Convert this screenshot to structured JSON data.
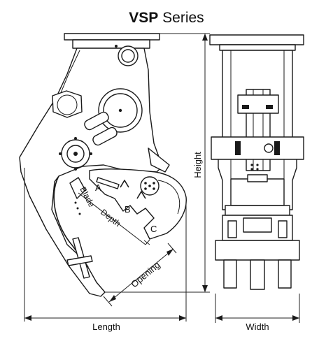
{
  "title": {
    "bold": "VSP",
    "rest": " Series"
  },
  "labels": {
    "length": "Length",
    "width": "Width",
    "height": "Height",
    "opening": "Opening",
    "depth": "Depth",
    "blade": "Blade",
    "point_a": "A",
    "point_b": "B",
    "point_c": "C"
  }
}
